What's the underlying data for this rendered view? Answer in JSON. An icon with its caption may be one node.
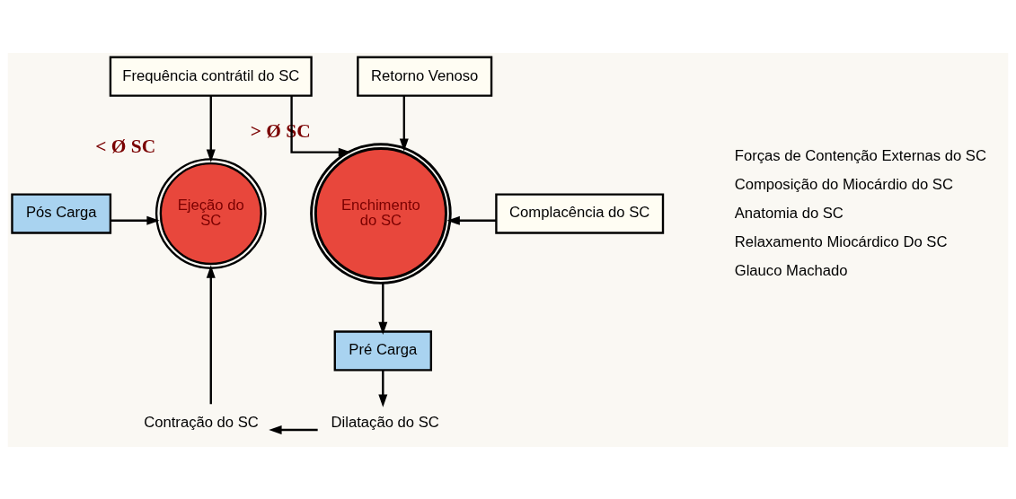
{
  "diagram": {
    "nodes": [
      {
        "text": [
          "Frequência contrátil do SC"
        ]
      },
      {
        "text": [
          "Retorno Venoso"
        ]
      },
      {
        "text": [
          "Pós Carga"
        ]
      },
      {
        "text": [
          "Ejeção do SC"
        ],
        "beside": [
          "< Ø SC"
        ]
      },
      {
        "text": [
          "Enchimento do SC"
        ],
        "beside": [
          "> Ø SC"
        ]
      },
      {
        "text": [
          "Complacência do SC"
        ]
      },
      {
        "text": [
          "Pré Carga"
        ]
      },
      {
        "text": [
          "Contração do SC"
        ]
      },
      {
        "text": [
          "Dilatação do SC"
        ]
      }
    ],
    "edges": [
      {
        "from": 0,
        "to": 3,
        "arrow": "to"
      },
      {
        "from": 0,
        "to": 4,
        "arrow": "to"
      },
      {
        "from": 1,
        "to": 4,
        "arrow": "to"
      },
      {
        "from": 2,
        "to": 3,
        "arrow": "to"
      },
      {
        "from": 5,
        "to": 4,
        "arrow": "to"
      },
      {
        "from": 4,
        "to": 6,
        "arrow": "to"
      },
      {
        "from": 6,
        "to": 8,
        "arrow": "to"
      },
      {
        "from": 8,
        "to": 7,
        "arrow": "to"
      },
      {
        "from": 7,
        "to": 3,
        "arrow": "to"
      }
    ],
    "labels": [
      "Forças de Contenção Externas do SC",
      "Composição do Miocárdio do SC",
      "Anatomia do SC",
      "Relaxamento Miocárdico Do SC",
      "Glauco Machado"
    ]
  }
}
